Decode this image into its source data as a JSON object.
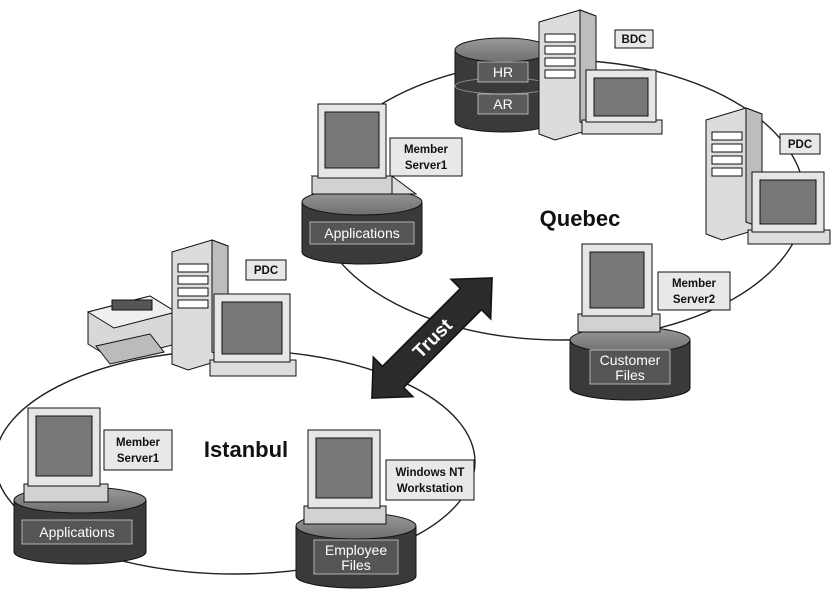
{
  "domains": {
    "quebec": "Quebec",
    "istanbul": "Istanbul"
  },
  "trust_label": "Trust",
  "quebec": {
    "bdc_label": "BDC",
    "pdc_label": "PDC",
    "member_server1_label": [
      "Member",
      "Server1"
    ],
    "member_server2_label": [
      "Member",
      "Server2"
    ],
    "bdc_disk_labels": [
      "HR",
      "AR"
    ],
    "applications_disk": "Applications",
    "customer_files_disk": [
      "Customer",
      "Files"
    ]
  },
  "istanbul": {
    "pdc_label": "PDC",
    "member_server1_label": [
      "Member",
      "Server1"
    ],
    "workstation_label": [
      "Windows NT",
      "Workstation"
    ],
    "applications_disk": "Applications",
    "employee_files_disk": [
      "Employee",
      "Files"
    ]
  },
  "icons": [
    "tower-server-icon",
    "desktop-computer-icon",
    "disk-drum-icon",
    "printer-icon",
    "trust-arrow-icon"
  ]
}
